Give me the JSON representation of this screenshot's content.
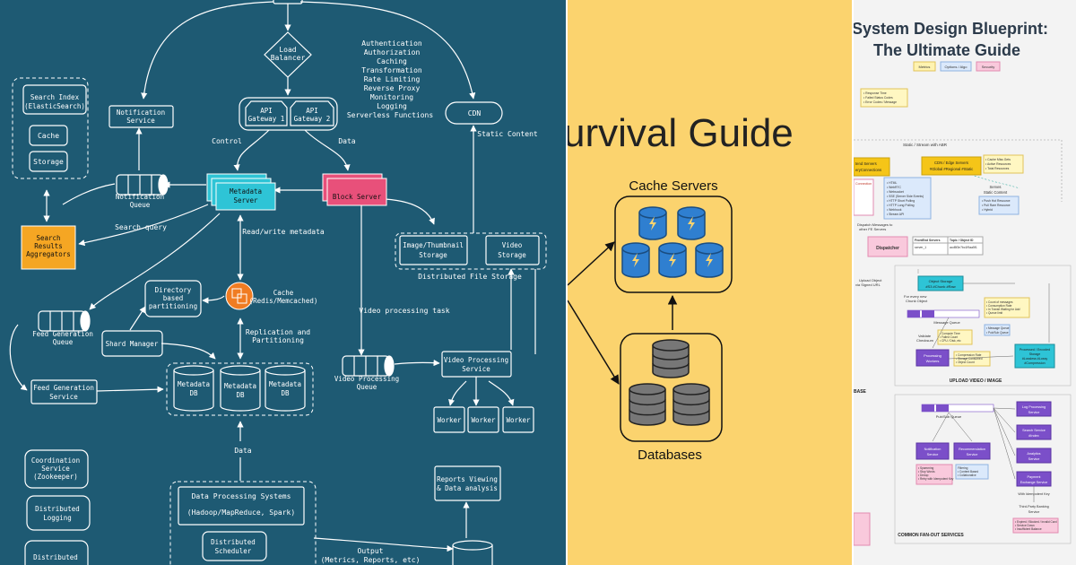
{
  "left": {
    "load_balancer": [
      "Load",
      "Balancer"
    ],
    "gateway_features": [
      "Authentication",
      "Authorization",
      "Caching",
      "Transformation",
      "Rate Limiting",
      "Reverse Proxy",
      "Monitoring",
      "Logging",
      "Serverless Functions"
    ],
    "api_gateway_1": [
      "API",
      "Gateway 1"
    ],
    "api_gateway_2": [
      "API",
      "Gateway 2"
    ],
    "cdn": "CDN",
    "static_content": "Static Content",
    "search_index": [
      "Search Index",
      "(ElasticSearch)"
    ],
    "cache": "Cache",
    "storage": "Storage",
    "notification_service": [
      "Notification",
      "Service"
    ],
    "notification_queue": [
      "Notification",
      "Queue"
    ],
    "control": "Control",
    "data": "Data",
    "metadata_server": [
      "Metadata",
      "Server"
    ],
    "block_server": "Block Server",
    "search_query": "Search query",
    "search_aggregators": [
      "Search",
      "Results",
      "Aggregators"
    ],
    "read_write_metadata": "Read/write metadata",
    "image_storage": [
      "Image/Thumbnail",
      "Storage"
    ],
    "video_storage": [
      "Video",
      "Storage"
    ],
    "distributed_file_storage": "Distributed File Storage",
    "directory_partitioning": [
      "Directory",
      "based",
      "partitioning"
    ],
    "redis_cache": [
      "Cache",
      "(Redis/Memcached)"
    ],
    "feed_generation_queue": [
      "Feed Generation",
      "Queue"
    ],
    "shard_manager": "Shard Manager",
    "replication": [
      "Replication and",
      "Partitioning"
    ],
    "video_processing_task": "Video processing task",
    "feed_generation_service": [
      "Feed Generation",
      "Service"
    ],
    "metadata_db": [
      "Metadata",
      "DB"
    ],
    "video_processing_queue": [
      "Video Processing",
      "Queue"
    ],
    "video_processing_service": [
      "Video Processing",
      "Service"
    ],
    "worker": "Worker",
    "coordination_service": [
      "Coordination",
      "Service",
      "(Zookeeper)"
    ],
    "distributed_logging": [
      "Distributed",
      "Logging"
    ],
    "distributed_bottom": "Distributed",
    "data_label": "Data",
    "data_processing": "Data Processing Systems",
    "hadoop": "(Hadoop/MapReduce, Spark)",
    "distributed_scheduler": [
      "Distributed",
      "Scheduler"
    ],
    "reports_viewing": [
      "Reports Viewing",
      "& Data analysis"
    ],
    "output": [
      "Output",
      "(Metrics, Reports, etc)"
    ],
    "colors": {
      "background": "#1e5a73",
      "line": "#ffffff",
      "metadata_server": "#2ec4d6",
      "block_server": "#e8507a",
      "aggregator": "#f5a623",
      "cache_icon": "#f07c22"
    }
  },
  "middle": {
    "title": "urvival Guide",
    "cache_servers": "Cache Servers",
    "databases": "Databases",
    "colors": {
      "background": "#fbd36e",
      "cache_cylinder": "#2f7fd0",
      "bolt": "#fbd36e",
      "db_cylinder": "#777777"
    }
  },
  "right": {
    "title_line1": "System Design Blueprint:",
    "title_line2": "The Ultimate Guide",
    "legend": [
      "Metrics",
      "Options / Algo",
      "Security"
    ],
    "metrics_note": [
      "• Response Time",
      "• Failed Status Codes",
      "• Error Codes / Message"
    ],
    "static_stream": "Static / Stream with ABR",
    "frontend_servers": [
      "tend Servers",
      "eryConnections"
    ],
    "cdn_edge": [
      "CDN / Edge Servers",
      "#Global #Regional #Static"
    ],
    "cache_miss": [
      "• Cache Miss Gets",
      "• Active Resources",
      "• Total Resources"
    ],
    "serves_static": [
      "Serves",
      "Static Content"
    ],
    "push_pull": [
      "• Push Hot Resource",
      "• Pull Rare Resource",
      "• Hybrid"
    ],
    "connection_label": "Connection",
    "protocols": [
      "• HTML",
      "• WebRTC",
      "• Websocket",
      "• SSE (Server Side Events)",
      "• HTTP Short Polling",
      "• HTTP Long Polling",
      "• Webhook",
      "• Stream API"
    ],
    "dispatch": [
      "Dispatch Messages to",
      "other FE Servers"
    ],
    "dispatcher": "Dispatcher",
    "fe_table_header": [
      "FrontEnd Servers",
      "Topic / Object ID"
    ],
    "fe_table_row": [
      "server_1",
      "acd5f3e7bc1f9aa5f1"
    ],
    "upload_object": [
      "Upload Object",
      "via Signed URL"
    ],
    "object_storage": [
      "Object Storage",
      "#S3 #Chunk #Raw"
    ],
    "for_every_chunk": [
      "For every new",
      "Chunk Object"
    ],
    "message_queue": "Message Queue",
    "queue_metrics": [
      "• Count of messages",
      "• Consumption Rate",
      "• In Transit Waiting for Ack!",
      "• Queue limit"
    ],
    "queue_types": [
      "• Message Queue",
      "• Pub/Sub Queue"
    ],
    "validate": [
      "Validate",
      "Checksum"
    ],
    "compute": [
      "• Compute Time",
      "• Failed Count",
      "• CPU / Disk, etc"
    ],
    "processing_workers": [
      "Processing",
      "Workers"
    ],
    "compression": [
      "• Compression Rate",
      "• Storage Consumed",
      "• Object Count"
    ],
    "processed_storage": [
      "Processed / Encoded",
      "Storage",
      "#Lossless #Lossy",
      "#Compression"
    ],
    "upload_section": "UPLOAD VIDEO / IMAGE",
    "base_label": "BASE",
    "pubsub_queue": "Pub/Sub Queue",
    "log_processing": [
      "Log Processing",
      "Service"
    ],
    "notification_service": [
      "Notification",
      "Service"
    ],
    "recommendation_service": [
      "Recommendation",
      "Service"
    ],
    "search_service": [
      "Search Service",
      "#Index"
    ],
    "notif_list": [
      "• Spamming",
      "• Stop Words",
      "• Dedup",
      "• Retry with Idempotent Key"
    ],
    "filtering": [
      "Filtering",
      "• Content Based",
      "• Collaborative"
    ],
    "analytics": [
      "Analytics",
      "Service"
    ],
    "payment": [
      "Payment",
      "Exchange Service"
    ],
    "idempotent": "With Idempotent Key",
    "third_party": [
      "Third-Party Banking",
      "Service"
    ],
    "payment_errors": [
      "• Expired / Blocked / Invalid Card",
      "• Service Down",
      "• Insufficient Balance"
    ],
    "fanout_section": "COMMON FAN-OUT SERVICES",
    "colors": {
      "yellow": "#f5c518",
      "purple": "#7b4fc9",
      "pink": "#f9c9dc",
      "blue_note": "#dbe9fb",
      "note": "#fff7c2"
    }
  }
}
